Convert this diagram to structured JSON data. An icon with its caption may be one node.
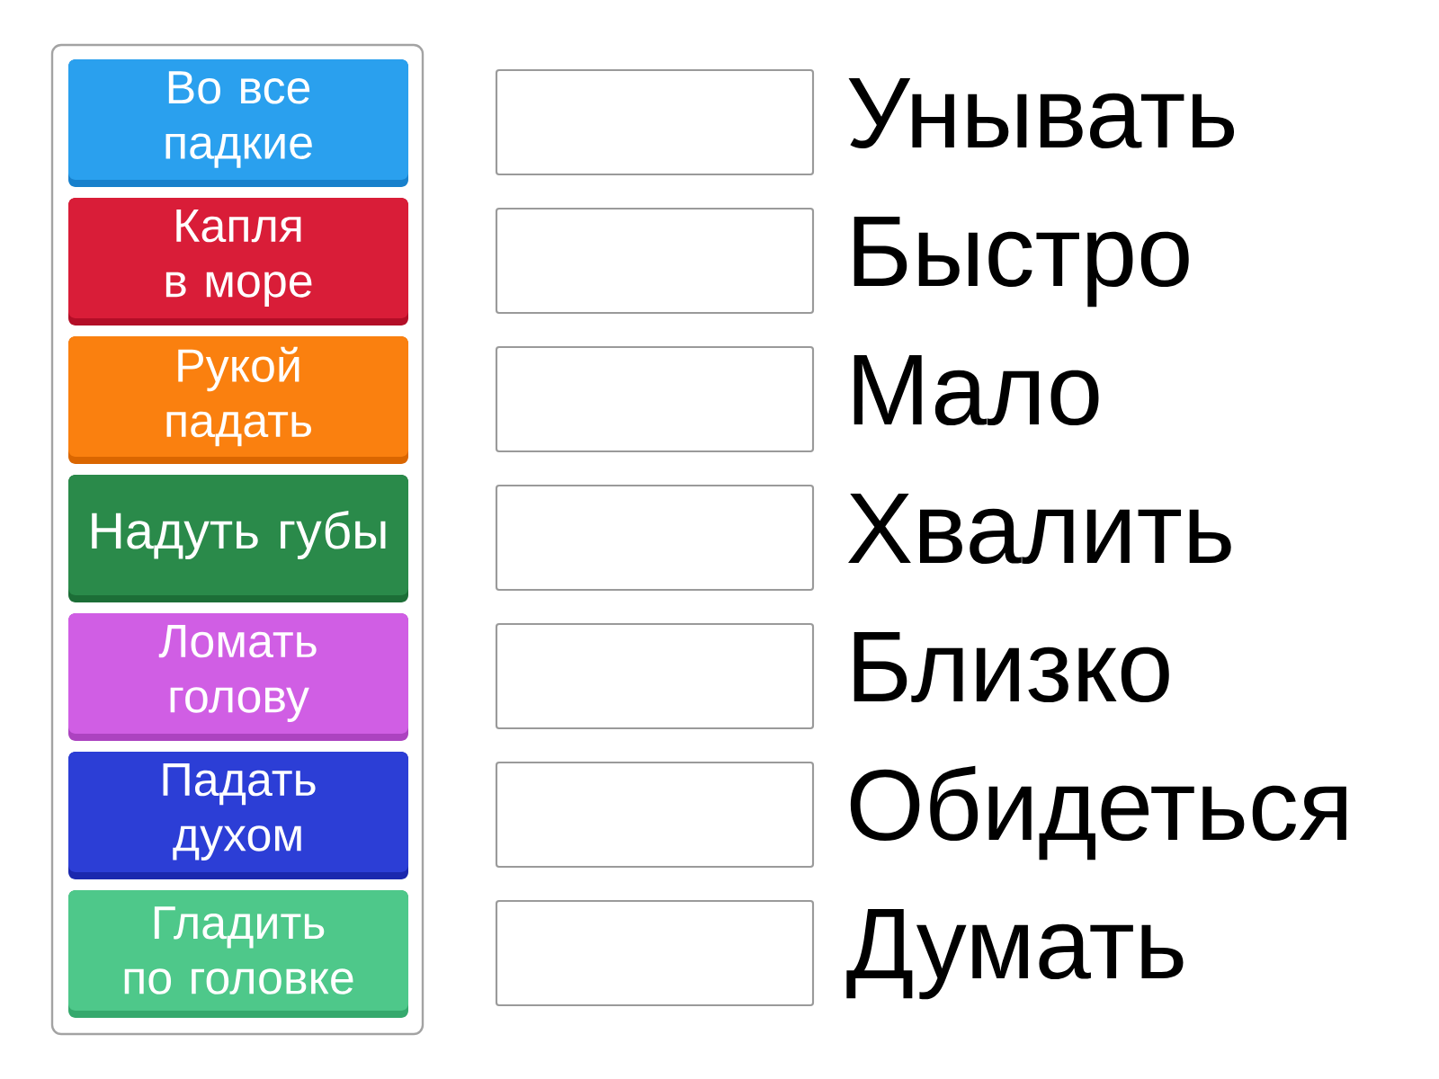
{
  "diagram": {
    "nodes": [
      {
        "text": [],
        "shape": "box"
      },
      {
        "text": [
          "Во все падкие"
        ],
        "in": 0
      },
      {
        "text": [
          "Капля в море"
        ],
        "in": 0
      },
      {
        "text": [
          "Рукой падать"
        ],
        "in": 0
      },
      {
        "text": [
          "Надуть губы"
        ],
        "in": 0
      },
      {
        "text": [
          "Ломать голову"
        ],
        "in": 0
      },
      {
        "text": [
          "Падать духом"
        ],
        "in": 0
      },
      {
        "text": [
          "Гладить по головке"
        ],
        "in": 0
      },
      {
        "text": [],
        "shape": "box",
        "beside": [
          "Унывать"
        ]
      },
      {
        "text": [],
        "shape": "box",
        "beside": [
          "Быстро"
        ]
      },
      {
        "text": [],
        "shape": "box",
        "beside": [
          "Мало"
        ]
      },
      {
        "text": [],
        "shape": "box",
        "beside": [
          "Хвалить"
        ]
      },
      {
        "text": [],
        "shape": "box",
        "beside": [
          "Близко"
        ]
      },
      {
        "text": [],
        "shape": "box",
        "beside": [
          "Обидеться"
        ]
      },
      {
        "text": [],
        "shape": "box",
        "beside": [
          "Думать"
        ]
      }
    ]
  }
}
